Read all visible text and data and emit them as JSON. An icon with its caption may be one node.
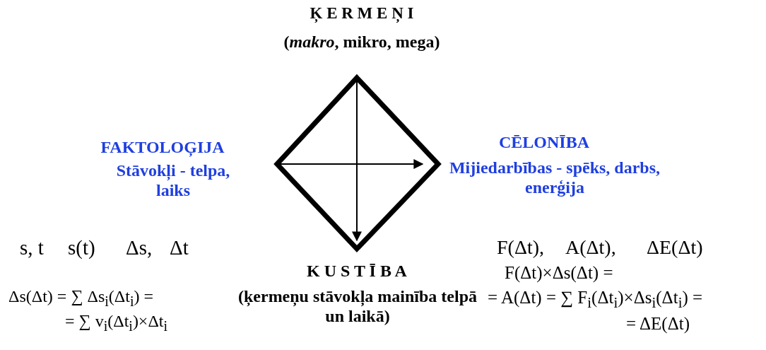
{
  "diagram": {
    "labels": [
      "Ķ E R M E Ņ I",
      "(*makro*, mikro, mega)",
      "FAKTOLOĢIJA",
      "Stāvokļi - telpa, laiks",
      "CĒLONĪBA",
      "Mijiedarbības - spēks, darbs, enerģija",
      "s, t",
      "s(t)",
      "Δs,",
      "Δt",
      "F(Δt),",
      "A(Δt),",
      "ΔE(Δt)",
      "K U S T Ī B A",
      "F(Δt)×Δs(Δt) =",
      "Δs(Δt) = ∑ Δs$_{i}$(Δt$_{i}$) =",
      "(ķermeņu stāvokļa mainība telpā un laikā)",
      "= A(Δt) = ∑ F$_{i}$(Δt$_{i}$)×Δs$_{i}$(Δt$_{i}$) =",
      "= ∑ v$_{i}$(Δt$_{i}$)×Δt$_{i}$",
      "= ΔE(Δt)"
    ]
  }
}
